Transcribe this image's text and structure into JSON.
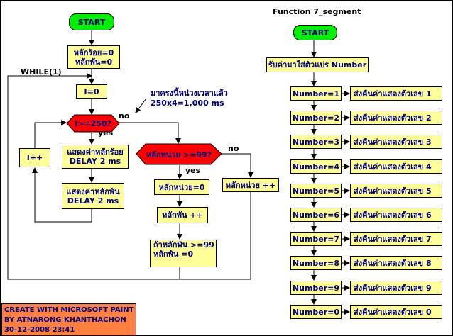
{
  "title": "Function 7_segment",
  "main": {
    "start": "START",
    "init": [
      "หลักร้อย=0",
      "หลักพัน=0"
    ],
    "loop_label": "WHILE(1)",
    "set_i": "I=0",
    "note": [
      "มาครงนี้หน่วงเวลาแล้ว",
      "250x4=1,000 ms"
    ],
    "cond_i": "I>=250?",
    "cond_i_no": "no",
    "cond_i_yes": "yes",
    "show_hundreds": [
      "แสดงค่าหลักร้อย",
      "DELAY 2 ms"
    ],
    "show_thousands": [
      "แสดงค่าหลักพัน",
      "DELAY 2 ms"
    ],
    "inc_i": "I++",
    "cond_units": "หลักหน่วย >=99?",
    "cond_units_no": "no",
    "cond_units_yes": "yes",
    "units_zero": "หลักหน่วย=0",
    "inc_units": "หลักหน่วย ++",
    "inc_thousands": "หลักพัน ++",
    "check_thousands": [
      "ถ้าหลักพัน >=99",
      "หลักพัน =0"
    ]
  },
  "segment": {
    "start": "START",
    "assign": "รับค่ามาใส่ตัวแปร Number",
    "cases": [
      {
        "cond": "Number=1",
        "action": "ส่งคืนค่าแสดงตัวเลข 1"
      },
      {
        "cond": "Number=2",
        "action": "ส่งคืนค่าแสดงตัวเลข 2"
      },
      {
        "cond": "Number=3",
        "action": "ส่งคืนค่าแสดงตัวเลข 3"
      },
      {
        "cond": "Number=4",
        "action": "ส่งคืนค่าแสดงตัวเลข 4"
      },
      {
        "cond": "Number=5",
        "action": "ส่งคืนค่าแสดงตัวเลข 5"
      },
      {
        "cond": "Number=6",
        "action": "ส่งคืนค่าแสดงตัวเลข 6"
      },
      {
        "cond": "Number=7",
        "action": "ส่งคืนค่าแสดงตัวเลข 7"
      },
      {
        "cond": "Number=8",
        "action": "ส่งคืนค่าแสดงตัวเลข 8"
      },
      {
        "cond": "Number=9",
        "action": "ส่งคืนค่าแสดงตัวเลข 9"
      },
      {
        "cond": "Number=0",
        "action": "ส่งคืนค่าแสดงตัวเลข 0"
      }
    ]
  },
  "credit": [
    "CREATE  WITH MICROSOFT PAINT",
    "BY ATNARONG KHANTHACHON",
    "30-12-2008  23:41"
  ],
  "colors": {
    "terminal": "#00ee00",
    "process": "#ffff99",
    "decision": "#ff0000",
    "text": "#000080",
    "credit": "#ff8040"
  }
}
